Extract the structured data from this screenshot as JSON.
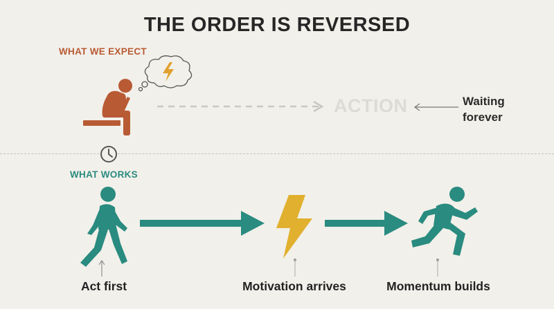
{
  "title": "THE ORDER IS REVERSED",
  "expect": {
    "label": "WHAT WE EXPECT",
    "action_word": "ACTION",
    "note": "Waiting forever"
  },
  "works": {
    "label": "WHAT WORKS",
    "steps": [
      "Act first",
      "Motivation arrives",
      "Momentum builds"
    ]
  },
  "colors": {
    "background": "#f2f0ea",
    "expect_accent": "#b85a34",
    "works_accent": "#2a8b80",
    "bolt": "#e0b02e",
    "faded": "#dcdbd6"
  },
  "icons": [
    "thinking-person-icon",
    "thought-bubble-icon",
    "lightning-bolt-icon",
    "clock-icon",
    "walking-person-icon",
    "running-person-icon"
  ]
}
